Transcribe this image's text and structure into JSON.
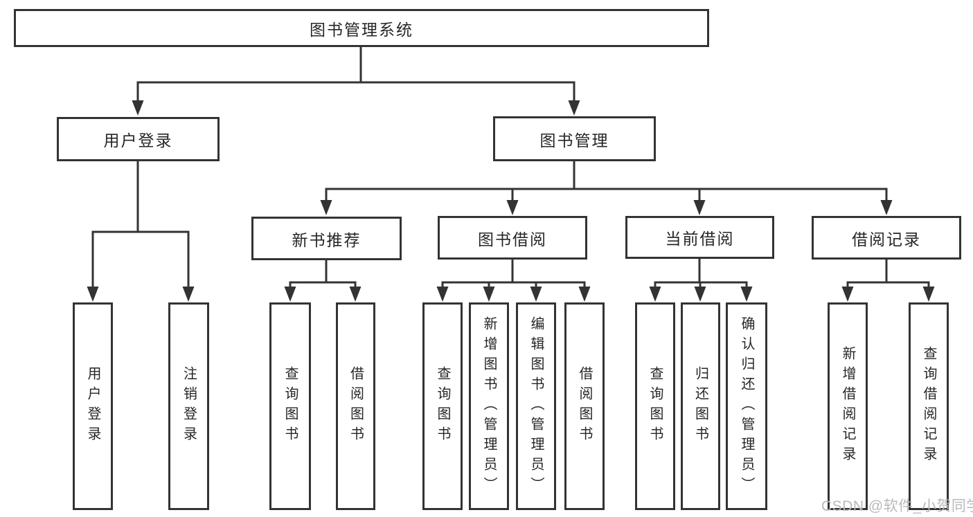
{
  "diagram": {
    "root": {
      "label": "图书管理系统"
    },
    "level2": [
      {
        "label": "用户登录"
      },
      {
        "label": "图书管理"
      }
    ],
    "level3": [
      {
        "label": "新书推荐"
      },
      {
        "label": "图书借阅"
      },
      {
        "label": "当前借阅"
      },
      {
        "label": "借阅记录"
      }
    ],
    "leaves": {
      "user_login": [
        {
          "label": "用户登录"
        },
        {
          "label": "注销登录"
        }
      ],
      "new_books": [
        {
          "label": "查询图书"
        },
        {
          "label": "借阅图书"
        }
      ],
      "book_borrow": [
        {
          "label": "查询图书"
        },
        {
          "label": "新增图书（管理员）"
        },
        {
          "label": "编辑图书（管理员）"
        },
        {
          "label": "借阅图书"
        }
      ],
      "current_borrow": [
        {
          "label": "查询图书"
        },
        {
          "label": "归还图书"
        },
        {
          "label": "确认归还（管理员）"
        }
      ],
      "borrow_records": [
        {
          "label": "新增借阅记录"
        },
        {
          "label": "查询借阅记录"
        }
      ]
    }
  },
  "watermark": "CSDN @软件_小贺同学",
  "colors": {
    "line": "#333333",
    "text": "#262626",
    "watermark": "#b9b9bd",
    "background": "#ffffff"
  }
}
